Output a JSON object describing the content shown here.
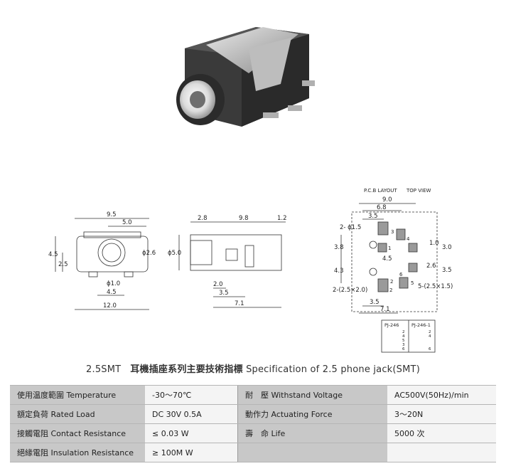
{
  "drawings": {
    "front": {
      "w_total": "9.5",
      "w_inner": "5.0",
      "h_total": "4.5",
      "h_lower": "2.5",
      "bore": "ϕ2.6",
      "pin": "ϕ1.0",
      "pin_span": "4.5",
      "base_w": "12.0"
    },
    "side": {
      "d1": "2.8",
      "d2": "9.8",
      "d3": "1.2",
      "dia": "ϕ5.0",
      "h1": "2.0",
      "h2": "3.5",
      "h3": "7.1"
    },
    "pcb": {
      "caption_layout": "P.C.B LAYOUT",
      "caption_view": "TOP VIEW",
      "w_total": "9.0",
      "w_mid": "6.8",
      "w_small": "3.5",
      "hole_note": "2- ϕ1.5",
      "h_upper": "3.8",
      "h_lower": "4.3",
      "gap": "4.5",
      "r1": "1.0",
      "r2": "3.0",
      "r3": "2.6",
      "r4": "3.5",
      "pad_note_a": "2-(2.5×2.0)",
      "pad_note_b": "5-(2.5×1.5)",
      "b_small": "3.5",
      "b_total": "7.1",
      "pin_labels": [
        "3",
        "4",
        "1",
        "2",
        "6",
        "2",
        "5"
      ],
      "schem_a": "PJ-246",
      "schem_b": "PJ-246-1",
      "schem_pins_a": [
        "2",
        "4",
        "5",
        "3",
        "6"
      ],
      "schem_pins_b": [
        "2",
        "4",
        "6"
      ]
    }
  },
  "title": {
    "prefix": "2.5SMT",
    "cjk": "耳機插座系列主要技術指標",
    "en": "Specification of 2.5 phone jack(SMT)"
  },
  "specs": [
    {
      "l1": "使用温度範圍 Temperature",
      "v1": "-30～70℃",
      "l2": "耐　壓 Withstand Voltage",
      "v2": "AC500V(50Hz)/min"
    },
    {
      "l1": "額定負荷 Rated Load",
      "v1": "DC  30V  0.5A",
      "l2": "動作力 Actuating Force",
      "v2": "3～20N"
    },
    {
      "l1": "接觸電阻 Contact Resistance",
      "v1": "≤ 0.03 W",
      "l2": "壽　命 Life",
      "v2": "5000 次"
    },
    {
      "l1": "絕緣電阻 Insulation Resistance",
      "v1": "≥ 100M W",
      "l2": "",
      "v2": ""
    }
  ]
}
